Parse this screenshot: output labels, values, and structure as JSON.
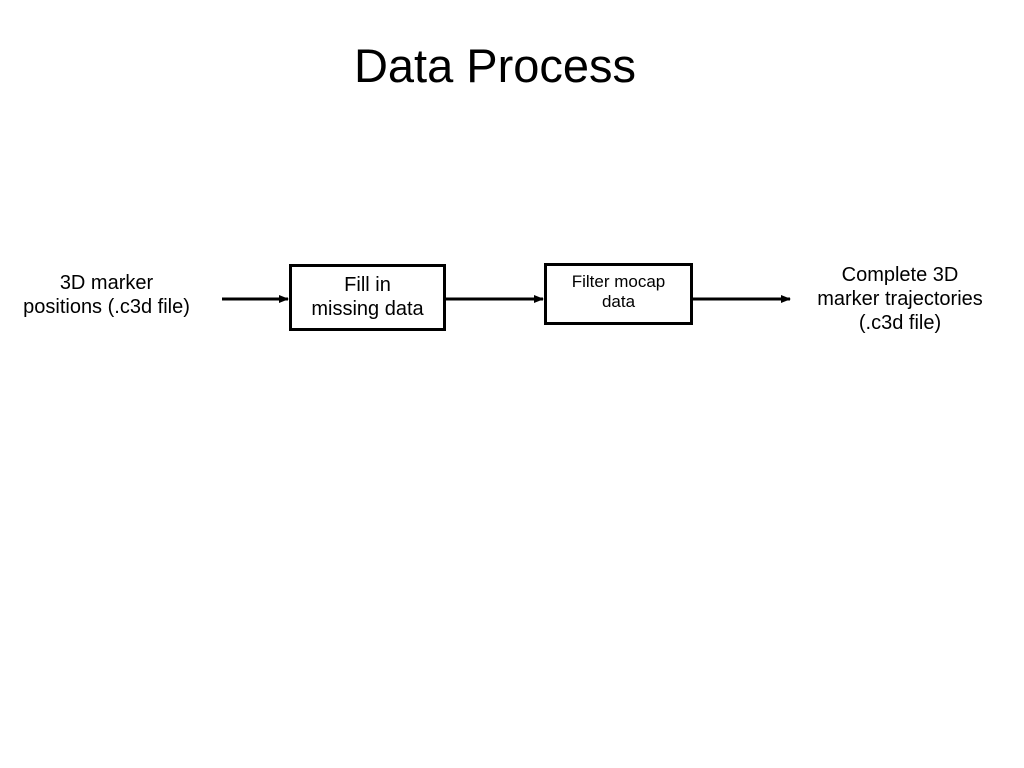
{
  "title": "Data Process",
  "diagram": {
    "input": {
      "line1": "3D marker",
      "line2": "positions (.c3d file)"
    },
    "steps": [
      {
        "line1": "Fill in",
        "line2": "missing data"
      },
      {
        "line1": "Filter mocap",
        "line2": "data"
      }
    ],
    "output": {
      "line1": "Complete 3D",
      "line2": "marker trajectories",
      "line3": "(.c3d file)"
    }
  },
  "colors": {
    "stroke": "#000000",
    "background": "#ffffff"
  }
}
